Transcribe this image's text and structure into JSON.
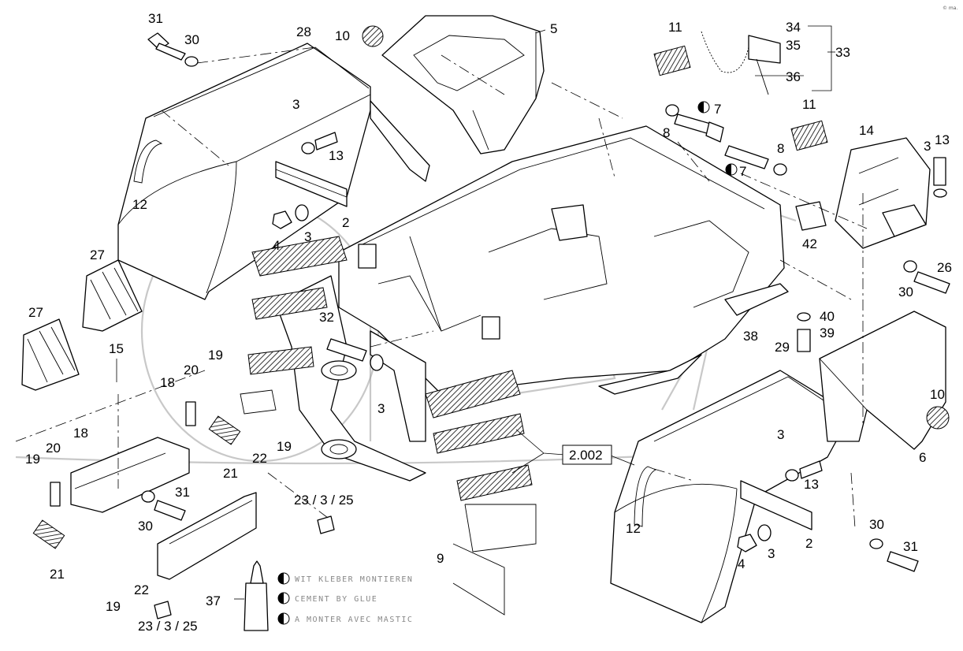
{
  "callouts": {
    "c31a": "31",
    "c30a": "30",
    "c28": "28",
    "c10a": "10",
    "c5": "5",
    "c11a": "11",
    "c34": "34",
    "c35": "35",
    "c33": "33",
    "c36": "36",
    "c3a": "3",
    "c13a": "13",
    "c12a": "12",
    "c2a": "2",
    "c4a": "4",
    "c3b": "3",
    "c7a": "7",
    "c8a": "8",
    "c11b": "11",
    "c14": "14",
    "c3c": "3",
    "c13b": "13",
    "c8b": "8",
    "c7b": "7",
    "c42": "42",
    "c27a": "27",
    "c27b": "27",
    "c26": "26",
    "c30b": "30",
    "c32": "32",
    "c40": "40",
    "c39": "39",
    "c38": "38",
    "c15": "15",
    "c20a": "20",
    "c19a": "19",
    "c18a": "18",
    "c29": "29",
    "c10b": "10",
    "c3d": "3",
    "c20b": "20",
    "c18b": "18",
    "c21a": "21",
    "c22a": "22",
    "c19b": "19",
    "c2002": "2.002",
    "c3e": "3",
    "c19c": "19",
    "c31b": "31",
    "c30c": "30",
    "c232525a": "23 / 3 / 25",
    "c6": "6",
    "c12b": "12",
    "c13c": "13",
    "c21b": "21",
    "c9": "9",
    "c30d": "30",
    "c31c": "31",
    "c4b": "4",
    "c3f": "3",
    "c2b": "2",
    "c22b": "22",
    "c19d": "19",
    "c232525b": "23 / 3 / 25",
    "c37": "37"
  },
  "legend": [
    {
      "symbol": "half-filled-circle",
      "text": "WIT KLEBER MONTIEREN"
    },
    {
      "symbol": "half-filled-circle",
      "text": "CEMENT BY GLUE"
    },
    {
      "symbol": "half-filled-circle",
      "text": "A MONTER AVEC MASTIC"
    }
  ],
  "corner_mark": "© ma."
}
